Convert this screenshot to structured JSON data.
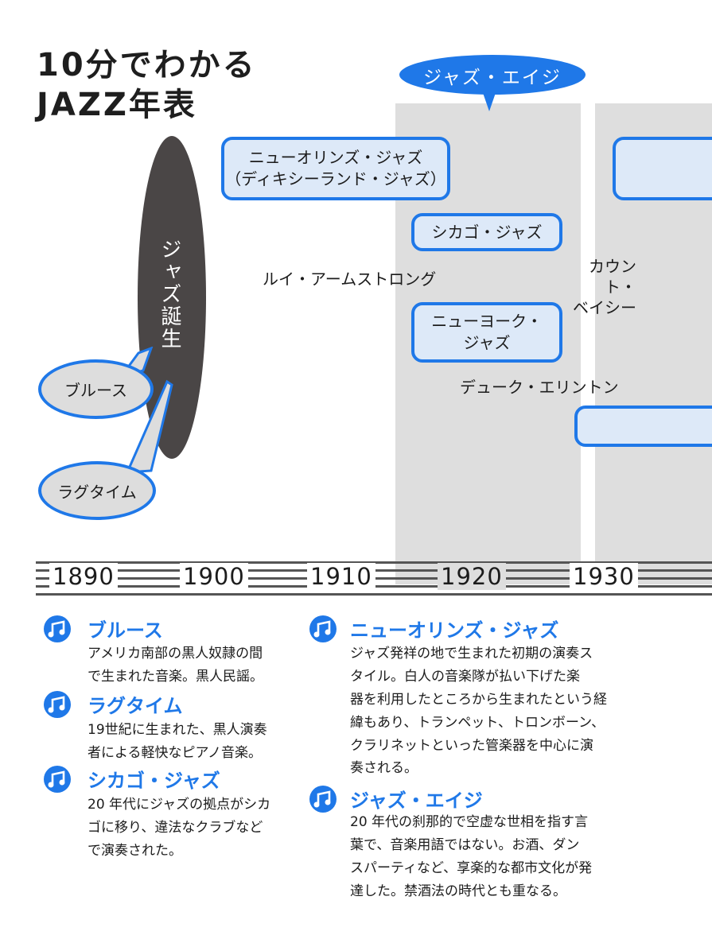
{
  "title": {
    "line1": "10分でわかる",
    "line2": "JAZZ年表"
  },
  "era_label": "ジャズ・エイジ",
  "birth_label": "ジャズ誕生",
  "genres": {
    "new_orleans": [
      "ニューオリンズ・ジャズ",
      "（ディキシーランド・ジャズ）"
    ],
    "chicago": "シカゴ・ジャズ",
    "new_york": [
      "ニューヨーク・",
      "ジャズ"
    ]
  },
  "roots": {
    "blues": "ブルース",
    "ragtime": "ラグタイム"
  },
  "musicians": {
    "armstrong": "ルイ・アームストロング",
    "basie": [
      "カウント・",
      "ベイシー"
    ],
    "ellington": "デューク・エリントン"
  },
  "timeline": {
    "years": [
      "1890",
      "1900",
      "1910",
      "1920",
      "1930"
    ]
  },
  "glossary": {
    "blues": {
      "title": "ブルース",
      "body": [
        "アメリカ南部の黒人奴隷の間",
        "で生まれた音楽。黒人民謡。"
      ]
    },
    "ragtime": {
      "title": "ラグタイム",
      "body": [
        "19世紀に生まれた、黒人演奏",
        "者による軽快なピアノ音楽。"
      ]
    },
    "chicago": {
      "title": "シカゴ・ジャズ",
      "body": [
        "20 年代にジャズの拠点がシカ",
        "ゴに移り、違法なクラブなど",
        "で演奏された。"
      ]
    },
    "new_orleans": {
      "title": "ニューオリンズ・ジャズ",
      "body": [
        "ジャズ発祥の地で生まれた初期の演奏ス",
        "タイル。白人の音楽隊が払い下げた楽",
        "器を利用したところから生まれたという経",
        "緯もあり、トランペット、トロンボーン、",
        "クラリネットといった管楽器を中心に演",
        "奏される。"
      ]
    },
    "jazz_age": {
      "title": "ジャズ・エイジ",
      "body": [
        "20 年代の刹那的で空虚な世相を指す言",
        "葉で、音楽用語ではない。お酒、ダン",
        "スパーティなど、享楽的な都市文化が発",
        "達した。禁酒法の時代とも重なる。"
      ]
    }
  },
  "colors": {
    "accent": "#1f78e8",
    "box_fill": "#dde9f8",
    "band": "#dedede",
    "birth_shape": "#4a4646"
  }
}
